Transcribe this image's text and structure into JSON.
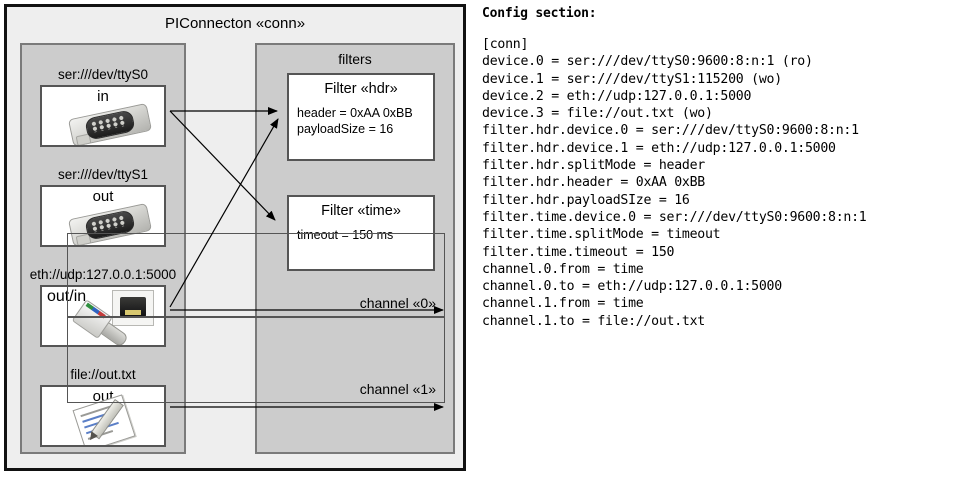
{
  "diagram": {
    "title": "PIConnecton «conn»",
    "devices_panel": {
      "items": [
        {
          "label": "ser:///dev/ttyS0",
          "io": "in",
          "icon": "serial-db9-connector-icon"
        },
        {
          "label": "ser:///dev/ttyS1",
          "io": "out",
          "icon": "serial-db9-connector-icon"
        },
        {
          "label": "eth://udp:127.0.0.1:5000",
          "io": "out/in",
          "icon": "ethernet-rj45-icon"
        },
        {
          "label": "file://out.txt",
          "io": "out",
          "icon": "text-document-pencil-icon"
        }
      ]
    },
    "filters_panel": {
      "title": "filters",
      "cards": [
        {
          "title": "Filter «hdr»",
          "props": [
            "header = 0xAA 0xBB",
            "payloadSize = 16"
          ]
        },
        {
          "title": "Filter «time»",
          "props": [
            "timeout = 150 ms"
          ]
        }
      ],
      "channels": [
        {
          "label": "channel «0»"
        },
        {
          "label": "channel «1»"
        }
      ]
    },
    "colors": {
      "frame": "#111111",
      "outer_fill": "#eeeeee",
      "panel_fill": "#cccccc",
      "panel_border": "#7a7a7a",
      "card_fill": "#ffffff",
      "card_border": "#555555",
      "arrow": "#000000"
    }
  },
  "config": {
    "heading": "Config section:",
    "lines": "[conn]\ndevice.0 = ser:///dev/ttyS0:9600:8:n:1 (ro)\ndevice.1 = ser:///dev/ttyS1:115200 (wo)\ndevice.2 = eth://udp:127.0.0.1:5000\ndevice.3 = file://out.txt (wo)\nfilter.hdr.device.0 = ser:///dev/ttyS0:9600:8:n:1\nfilter.hdr.device.1 = eth://udp:127.0.0.1:5000\nfilter.hdr.splitMode = header\nfilter.hdr.header = 0xAA 0xBB\nfilter.hdr.payloadSIze = 16\nfilter.time.device.0 = ser:///dev/ttyS0:9600:8:n:1\nfilter.time.splitMode = timeout\nfilter.time.timeout = 150\nchannel.0.from = time\nchannel.0.to = eth://udp:127.0.0.1:5000\nchannel.1.from = time\nchannel.1.to = file://out.txt"
  }
}
